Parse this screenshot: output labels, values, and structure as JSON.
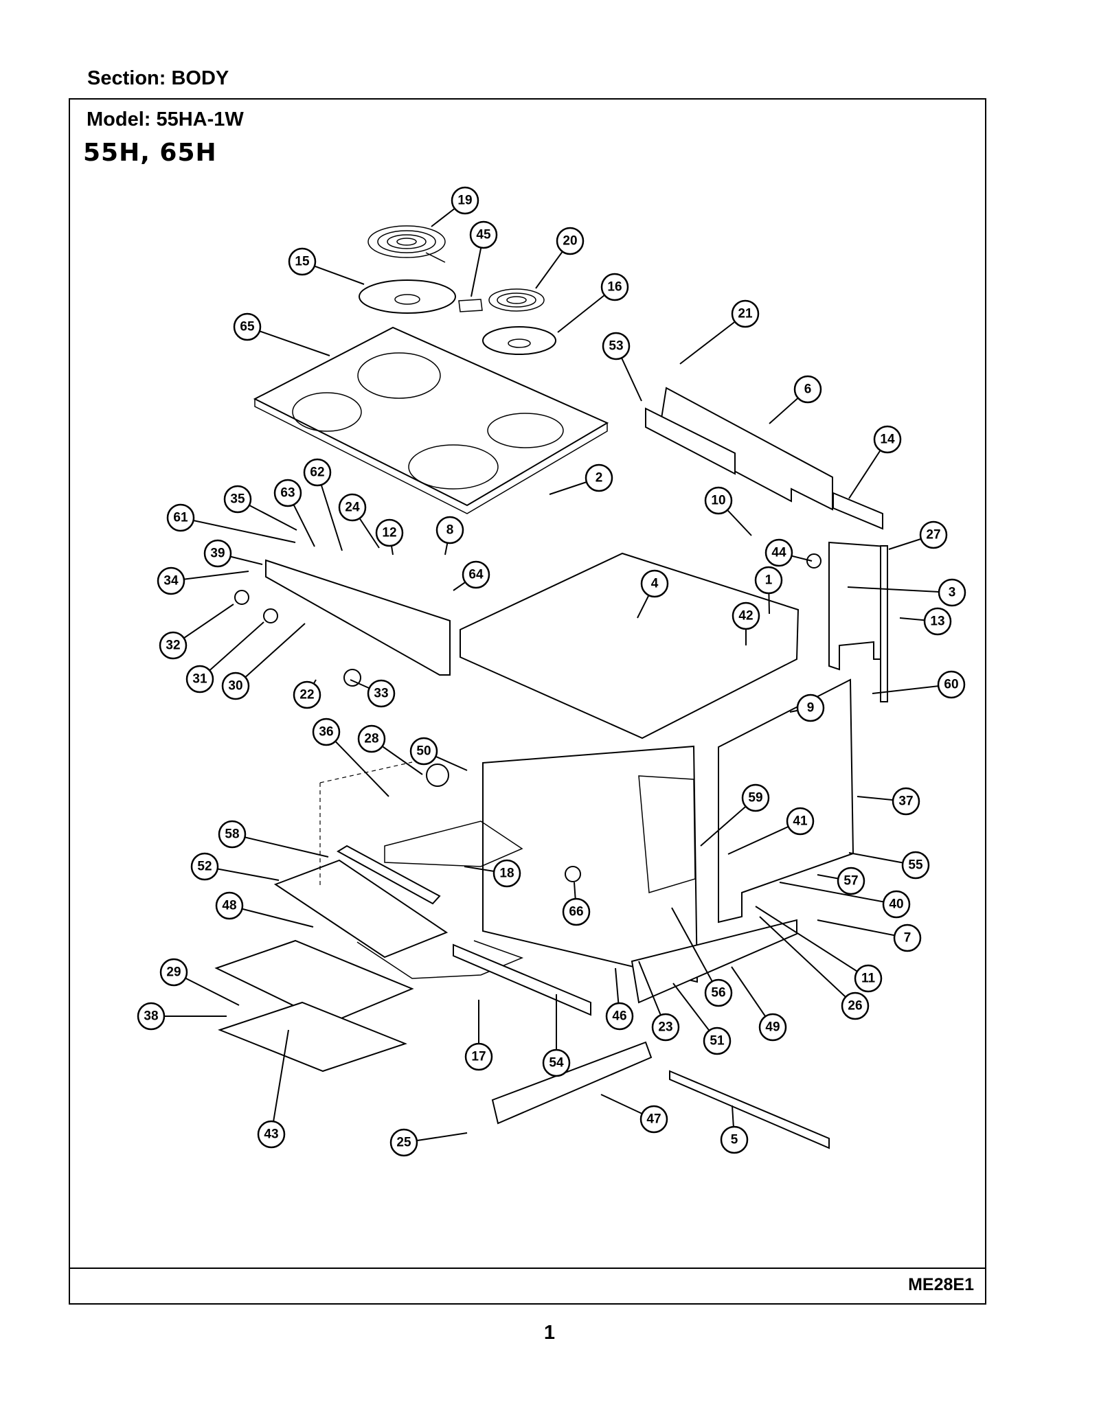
{
  "header": {
    "section_label": "Section:  BODY"
  },
  "frame": {
    "model_label": "Model:  55HA-1W",
    "series_label": "55H, 65H",
    "document_code": "ME28E1"
  },
  "footer": {
    "page_number": "1"
  },
  "diagram": {
    "title": "",
    "callouts": [
      "19",
      "45",
      "20",
      "15",
      "16",
      "65",
      "21",
      "53",
      "6",
      "14",
      "2",
      "62",
      "63",
      "35",
      "24",
      "12",
      "8",
      "10",
      "61",
      "39",
      "44",
      "27",
      "34",
      "64",
      "4",
      "1",
      "3",
      "13",
      "42",
      "32",
      "31",
      "30",
      "33",
      "22",
      "60",
      "9",
      "36",
      "28",
      "50",
      "59",
      "37",
      "41",
      "58",
      "55",
      "52",
      "18",
      "57",
      "40",
      "48",
      "66",
      "7",
      "29",
      "38",
      "56",
      "49",
      "26",
      "11",
      "46",
      "23",
      "51",
      "17",
      "54",
      "43",
      "47",
      "25",
      "5"
    ]
  }
}
